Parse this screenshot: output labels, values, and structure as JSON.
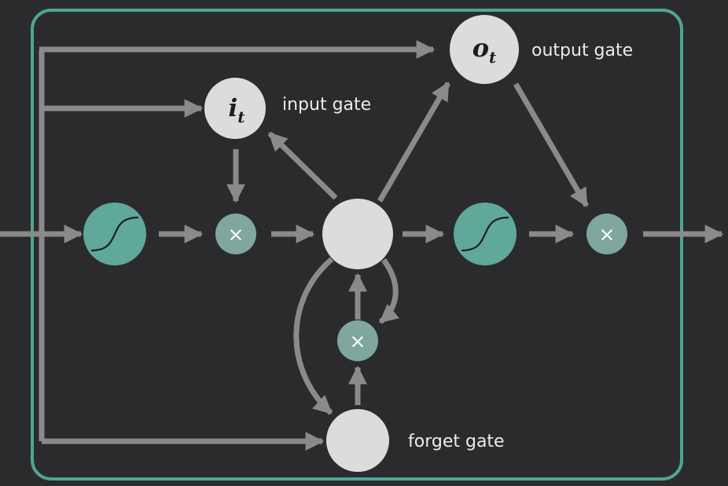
{
  "colors": {
    "background": "#2b2b2d",
    "frame": "#4fa593",
    "arrow": "#8a8a8a",
    "node_light": "#dcdcdc",
    "node_teal": "#5fa89a",
    "node_mult": "#7fa79e",
    "label_text": "#ececec",
    "symbol_text": "#1e1e1e"
  },
  "labels": {
    "input_gate": "input gate",
    "output_gate": "output gate",
    "forget_gate": "forget gate"
  },
  "gates": {
    "input": {
      "symbol": "i",
      "subscript": "t"
    },
    "output": {
      "symbol": "o",
      "subscript": "t"
    }
  },
  "operators": {
    "multiply": "×"
  },
  "icons": {
    "activation": "sigmoid-curve-icon"
  }
}
